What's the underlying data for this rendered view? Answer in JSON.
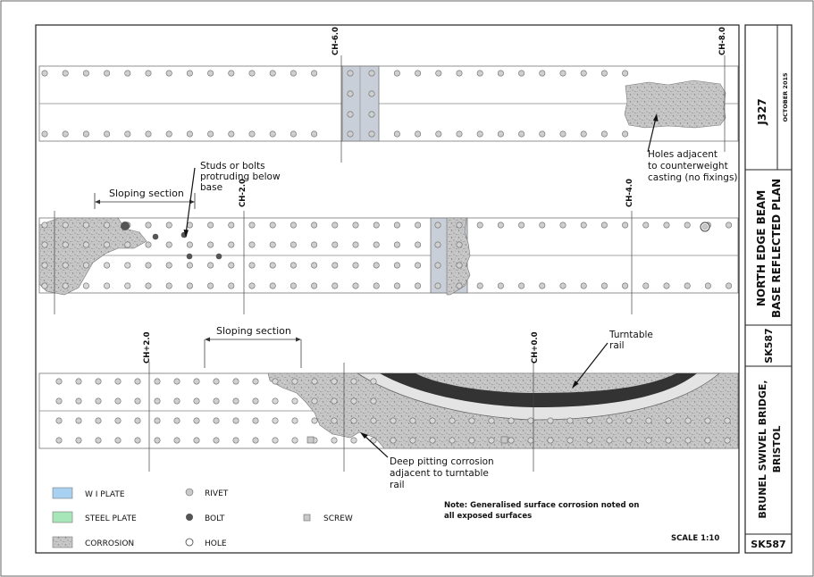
{
  "title_block": {
    "project_number": "J327",
    "date": "OCTOBER 2015",
    "drawing_title_line1": "NORTH EDGE BEAM",
    "drawing_title_line2": "BASE REFLECTED PLAN",
    "sheet_ref": "SK587",
    "project_name_line1": "BRUNEL SWIVEL BRIDGE,",
    "project_name_line2": "BRISTOL",
    "drawing_number": "SK587"
  },
  "chainages": {
    "ch_m6": "CH-6.0",
    "ch_m8": "CH-8.0",
    "ch_m2": "CH-2.0",
    "ch_m4": "CH-4.0",
    "ch_p2": "CH+2.0",
    "ch_p0": "CH+0.0"
  },
  "annotations": {
    "sloping_1": "Sloping section",
    "sloping_2": "Sloping section",
    "studs_line1": "Studs or bolts",
    "studs_line2": "protruding below",
    "studs_line3": "base",
    "holes_line1": "Holes adjacent",
    "holes_line2": "to counterweight",
    "holes_line3": "casting (no fixings)",
    "turntable_line1": "Turntable",
    "turntable_line2": "rail",
    "pitting_line1": "Deep pitting corrosion",
    "pitting_line2": "adjacent to turntable",
    "pitting_line3": "rail"
  },
  "legend": {
    "wi_plate": "W I PLATE",
    "steel_plate": "STEEL PLATE",
    "corrosion": "CORROSION",
    "rivet": "RIVET",
    "bolt": "BOLT",
    "hole": "HOLE",
    "screw": "SCREW"
  },
  "note_line1": "Note: Generalised surface corrosion noted on",
  "note_line2": "all exposed surfaces",
  "scale": "SCALE 1:10",
  "colors": {
    "wi_plate": "#a9d2f2",
    "steel_plate": "#a6e6b8",
    "splice_plate": "#c9cfd8",
    "corrosion": "#c8c8c8",
    "rail_dark": "#333333",
    "rail_light": "#e4e4e4",
    "rivet": "#c9c9c9",
    "bolt": "#555555"
  }
}
